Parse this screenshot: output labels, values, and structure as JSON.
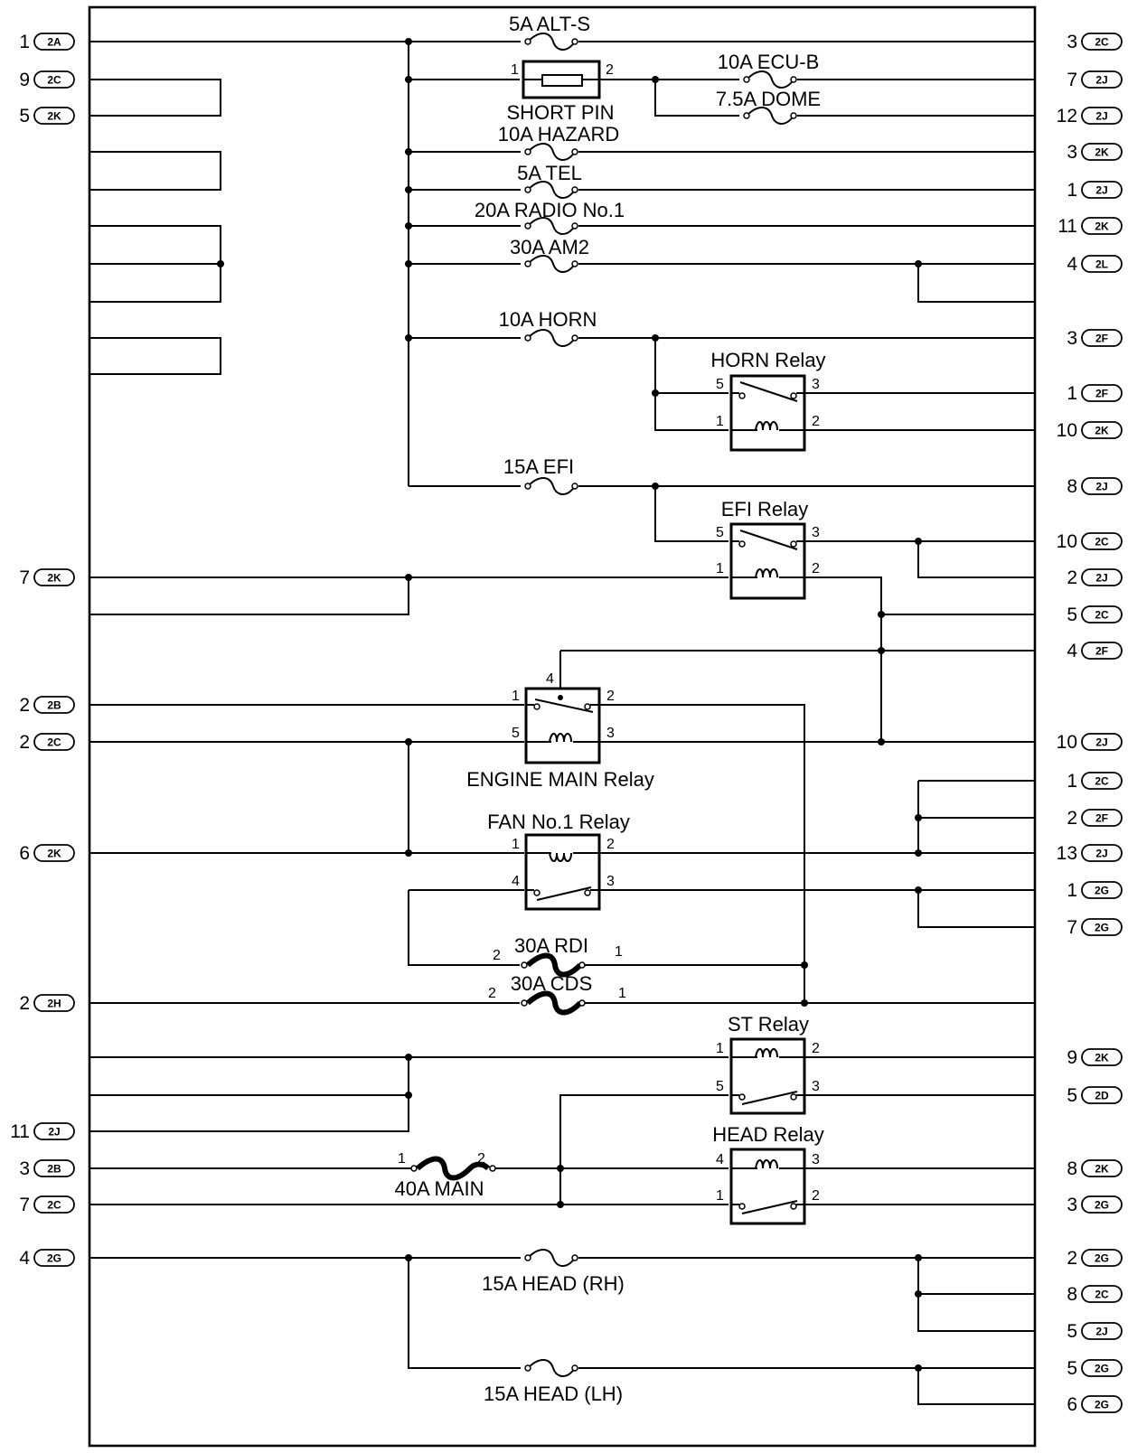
{
  "fuses": {
    "alt_s": "5A ALT-S",
    "short_pin": "SHORT PIN",
    "ecu_b": "10A ECU-B",
    "dome": "7.5A DOME",
    "hazard": "10A HAZARD",
    "tel": "5A TEL",
    "radio": "20A RADIO No.1",
    "am2": "30A AM2",
    "horn": "10A HORN",
    "efi": "15A EFI",
    "rdi": "30A RDI",
    "cds": "30A CDS",
    "main": "40A MAIN",
    "head_rh": "15A HEAD (RH)",
    "head_lh": "15A HEAD (LH)"
  },
  "relays": {
    "horn": "HORN Relay",
    "efi": "EFI Relay",
    "engine_main": "ENGINE MAIN Relay",
    "fan1": "FAN No.1 Relay",
    "st": "ST Relay",
    "head": "HEAD Relay"
  },
  "pins": [
    "1",
    "2",
    "3",
    "4",
    "5"
  ],
  "left_terminals": [
    {
      "num": "1",
      "conn": "2A"
    },
    {
      "num": "9",
      "conn": "2C"
    },
    {
      "num": "5",
      "conn": "2K"
    },
    {
      "num": "7",
      "conn": "2K"
    },
    {
      "num": "2",
      "conn": "2B"
    },
    {
      "num": "2",
      "conn": "2C"
    },
    {
      "num": "6",
      "conn": "2K"
    },
    {
      "num": "2",
      "conn": "2H"
    },
    {
      "num": "11",
      "conn": "2J"
    },
    {
      "num": "3",
      "conn": "2B"
    },
    {
      "num": "7",
      "conn": "2C"
    },
    {
      "num": "4",
      "conn": "2G"
    }
  ],
  "right_terminals": [
    {
      "num": "3",
      "conn": "2C"
    },
    {
      "num": "7",
      "conn": "2J"
    },
    {
      "num": "12",
      "conn": "2J"
    },
    {
      "num": "3",
      "conn": "2K"
    },
    {
      "num": "1",
      "conn": "2J"
    },
    {
      "num": "11",
      "conn": "2K"
    },
    {
      "num": "4",
      "conn": "2L"
    },
    {
      "num": "3",
      "conn": "2F"
    },
    {
      "num": "1",
      "conn": "2F"
    },
    {
      "num": "10",
      "conn": "2K"
    },
    {
      "num": "8",
      "conn": "2J"
    },
    {
      "num": "10",
      "conn": "2C"
    },
    {
      "num": "2",
      "conn": "2J"
    },
    {
      "num": "5",
      "conn": "2C"
    },
    {
      "num": "4",
      "conn": "2F"
    },
    {
      "num": "10",
      "conn": "2J"
    },
    {
      "num": "1",
      "conn": "2C"
    },
    {
      "num": "2",
      "conn": "2F"
    },
    {
      "num": "13",
      "conn": "2J"
    },
    {
      "num": "1",
      "conn": "2G"
    },
    {
      "num": "7",
      "conn": "2G"
    },
    {
      "num": "9",
      "conn": "2K"
    },
    {
      "num": "5",
      "conn": "2D"
    },
    {
      "num": "8",
      "conn": "2K"
    },
    {
      "num": "3",
      "conn": "2G"
    },
    {
      "num": "2",
      "conn": "2G"
    },
    {
      "num": "8",
      "conn": "2C"
    },
    {
      "num": "5",
      "conn": "2J"
    },
    {
      "num": "5",
      "conn": "2G"
    },
    {
      "num": "6",
      "conn": "2G"
    }
  ]
}
